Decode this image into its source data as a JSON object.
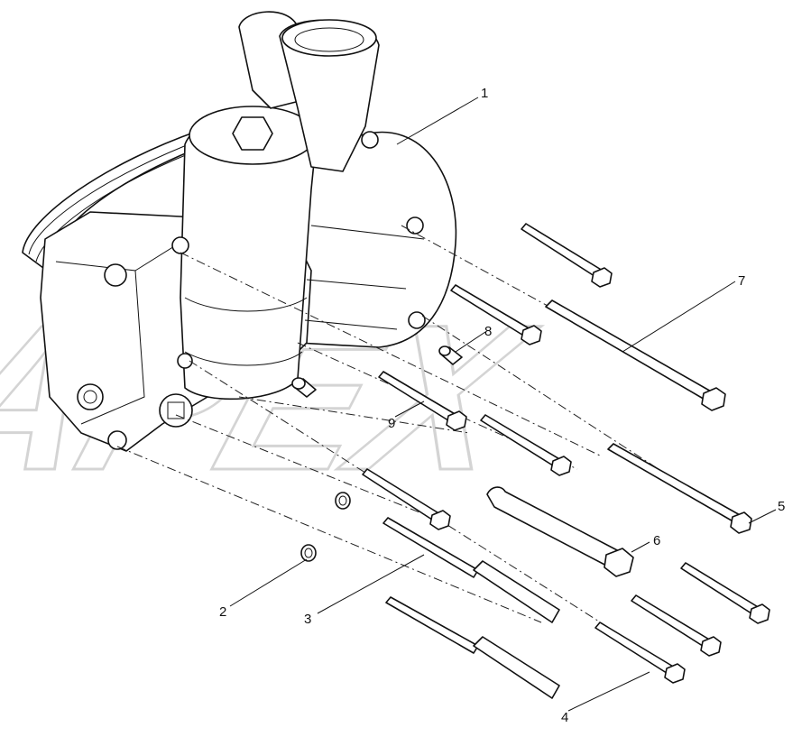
{
  "watermark": "APEX",
  "callouts": [
    "1",
    "2",
    "3",
    "4",
    "5",
    "6",
    "7",
    "8",
    "9"
  ]
}
